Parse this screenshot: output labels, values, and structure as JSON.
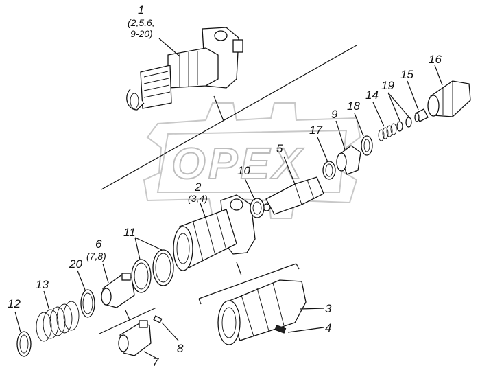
{
  "watermark": {
    "text": "OPEX"
  },
  "labels": [
    {
      "id": "1",
      "text": "1"
    },
    {
      "id": "1s",
      "text": "(2,5,6,"
    },
    {
      "id": "1s2",
      "text": "9-20)"
    },
    {
      "id": "2",
      "text": "2"
    },
    {
      "id": "2s",
      "text": "(3,4)"
    },
    {
      "id": "3",
      "text": "3"
    },
    {
      "id": "4",
      "text": "4"
    },
    {
      "id": "5",
      "text": "5"
    },
    {
      "id": "6",
      "text": "6"
    },
    {
      "id": "6s",
      "text": "(7,8)"
    },
    {
      "id": "7",
      "text": "7"
    },
    {
      "id": "8",
      "text": "8"
    },
    {
      "id": "9",
      "text": "9"
    },
    {
      "id": "10",
      "text": "10"
    },
    {
      "id": "11",
      "text": "11"
    },
    {
      "id": "12",
      "text": "12"
    },
    {
      "id": "13",
      "text": "13"
    },
    {
      "id": "14",
      "text": "14"
    },
    {
      "id": "15",
      "text": "15"
    },
    {
      "id": "16",
      "text": "16"
    },
    {
      "id": "17",
      "text": "17"
    },
    {
      "id": "18",
      "text": "18"
    },
    {
      "id": "19",
      "text": "19"
    },
    {
      "id": "20",
      "text": "20"
    }
  ]
}
